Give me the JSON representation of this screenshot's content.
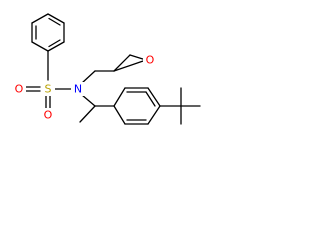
{
  "molecule": {
    "atoms": {
      "S": {
        "label": "S",
        "color": "#b8a100"
      },
      "O1": {
        "label": "O",
        "color": "#ff0000"
      },
      "O2": {
        "label": "O",
        "color": "#ff0000"
      },
      "N": {
        "label": "N",
        "color": "#0000ff"
      },
      "O3": {
        "label": "O",
        "color": "#ff0000"
      }
    }
  }
}
